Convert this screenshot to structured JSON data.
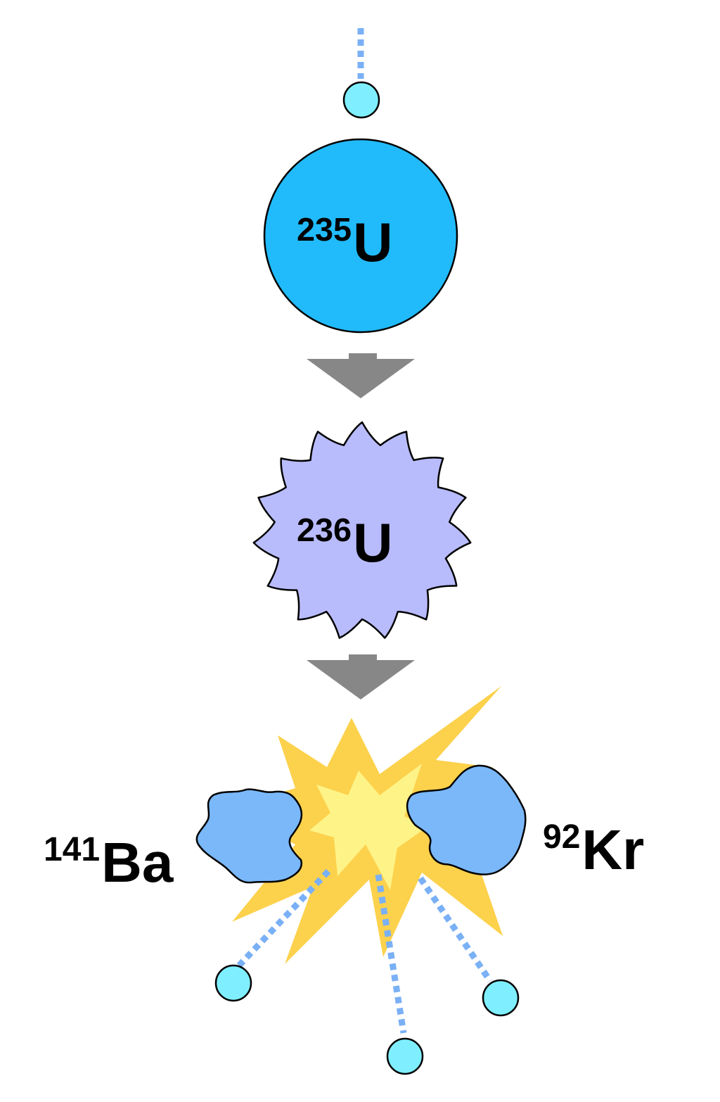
{
  "nuclei": {
    "u235": {
      "mass": "235",
      "symbol": "U"
    },
    "u236": {
      "mass": "236",
      "symbol": "U"
    },
    "ba141": {
      "mass": "141",
      "symbol": "Ba"
    },
    "kr92": {
      "mass": "92",
      "symbol": "Kr"
    }
  },
  "colors": {
    "neutron": "#7fefff",
    "neutron_trail": "#7ab0f5",
    "u235": "#21bbfc",
    "u236": "#b8bcfd",
    "fragment": "#7ab8fa",
    "arrow": "#878787",
    "burst_outer": "#fcd14c",
    "burst_inner": "#fef387"
  },
  "neutrons": {
    "emitted_count": 3
  }
}
